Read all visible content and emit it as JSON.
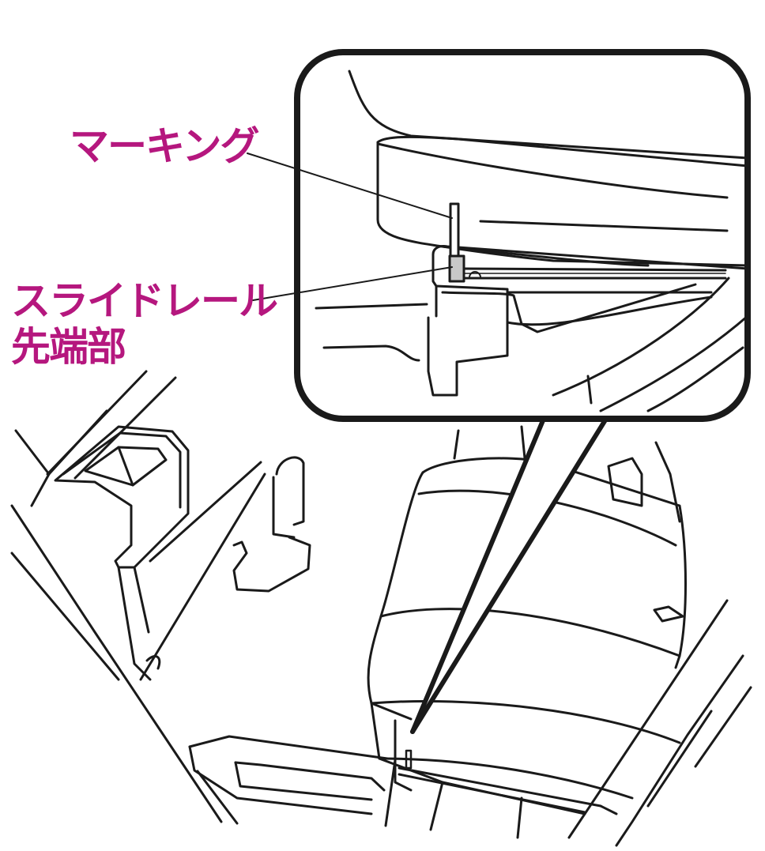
{
  "labels": {
    "marking": "マーキング",
    "slide_rail_line1": "スライドレール",
    "slide_rail_line2": "先端部"
  },
  "colors": {
    "label_text": "#b5177e",
    "line": "#1a1a1a",
    "background": "#ffffff",
    "marking_fill": "#c8c8c8"
  }
}
